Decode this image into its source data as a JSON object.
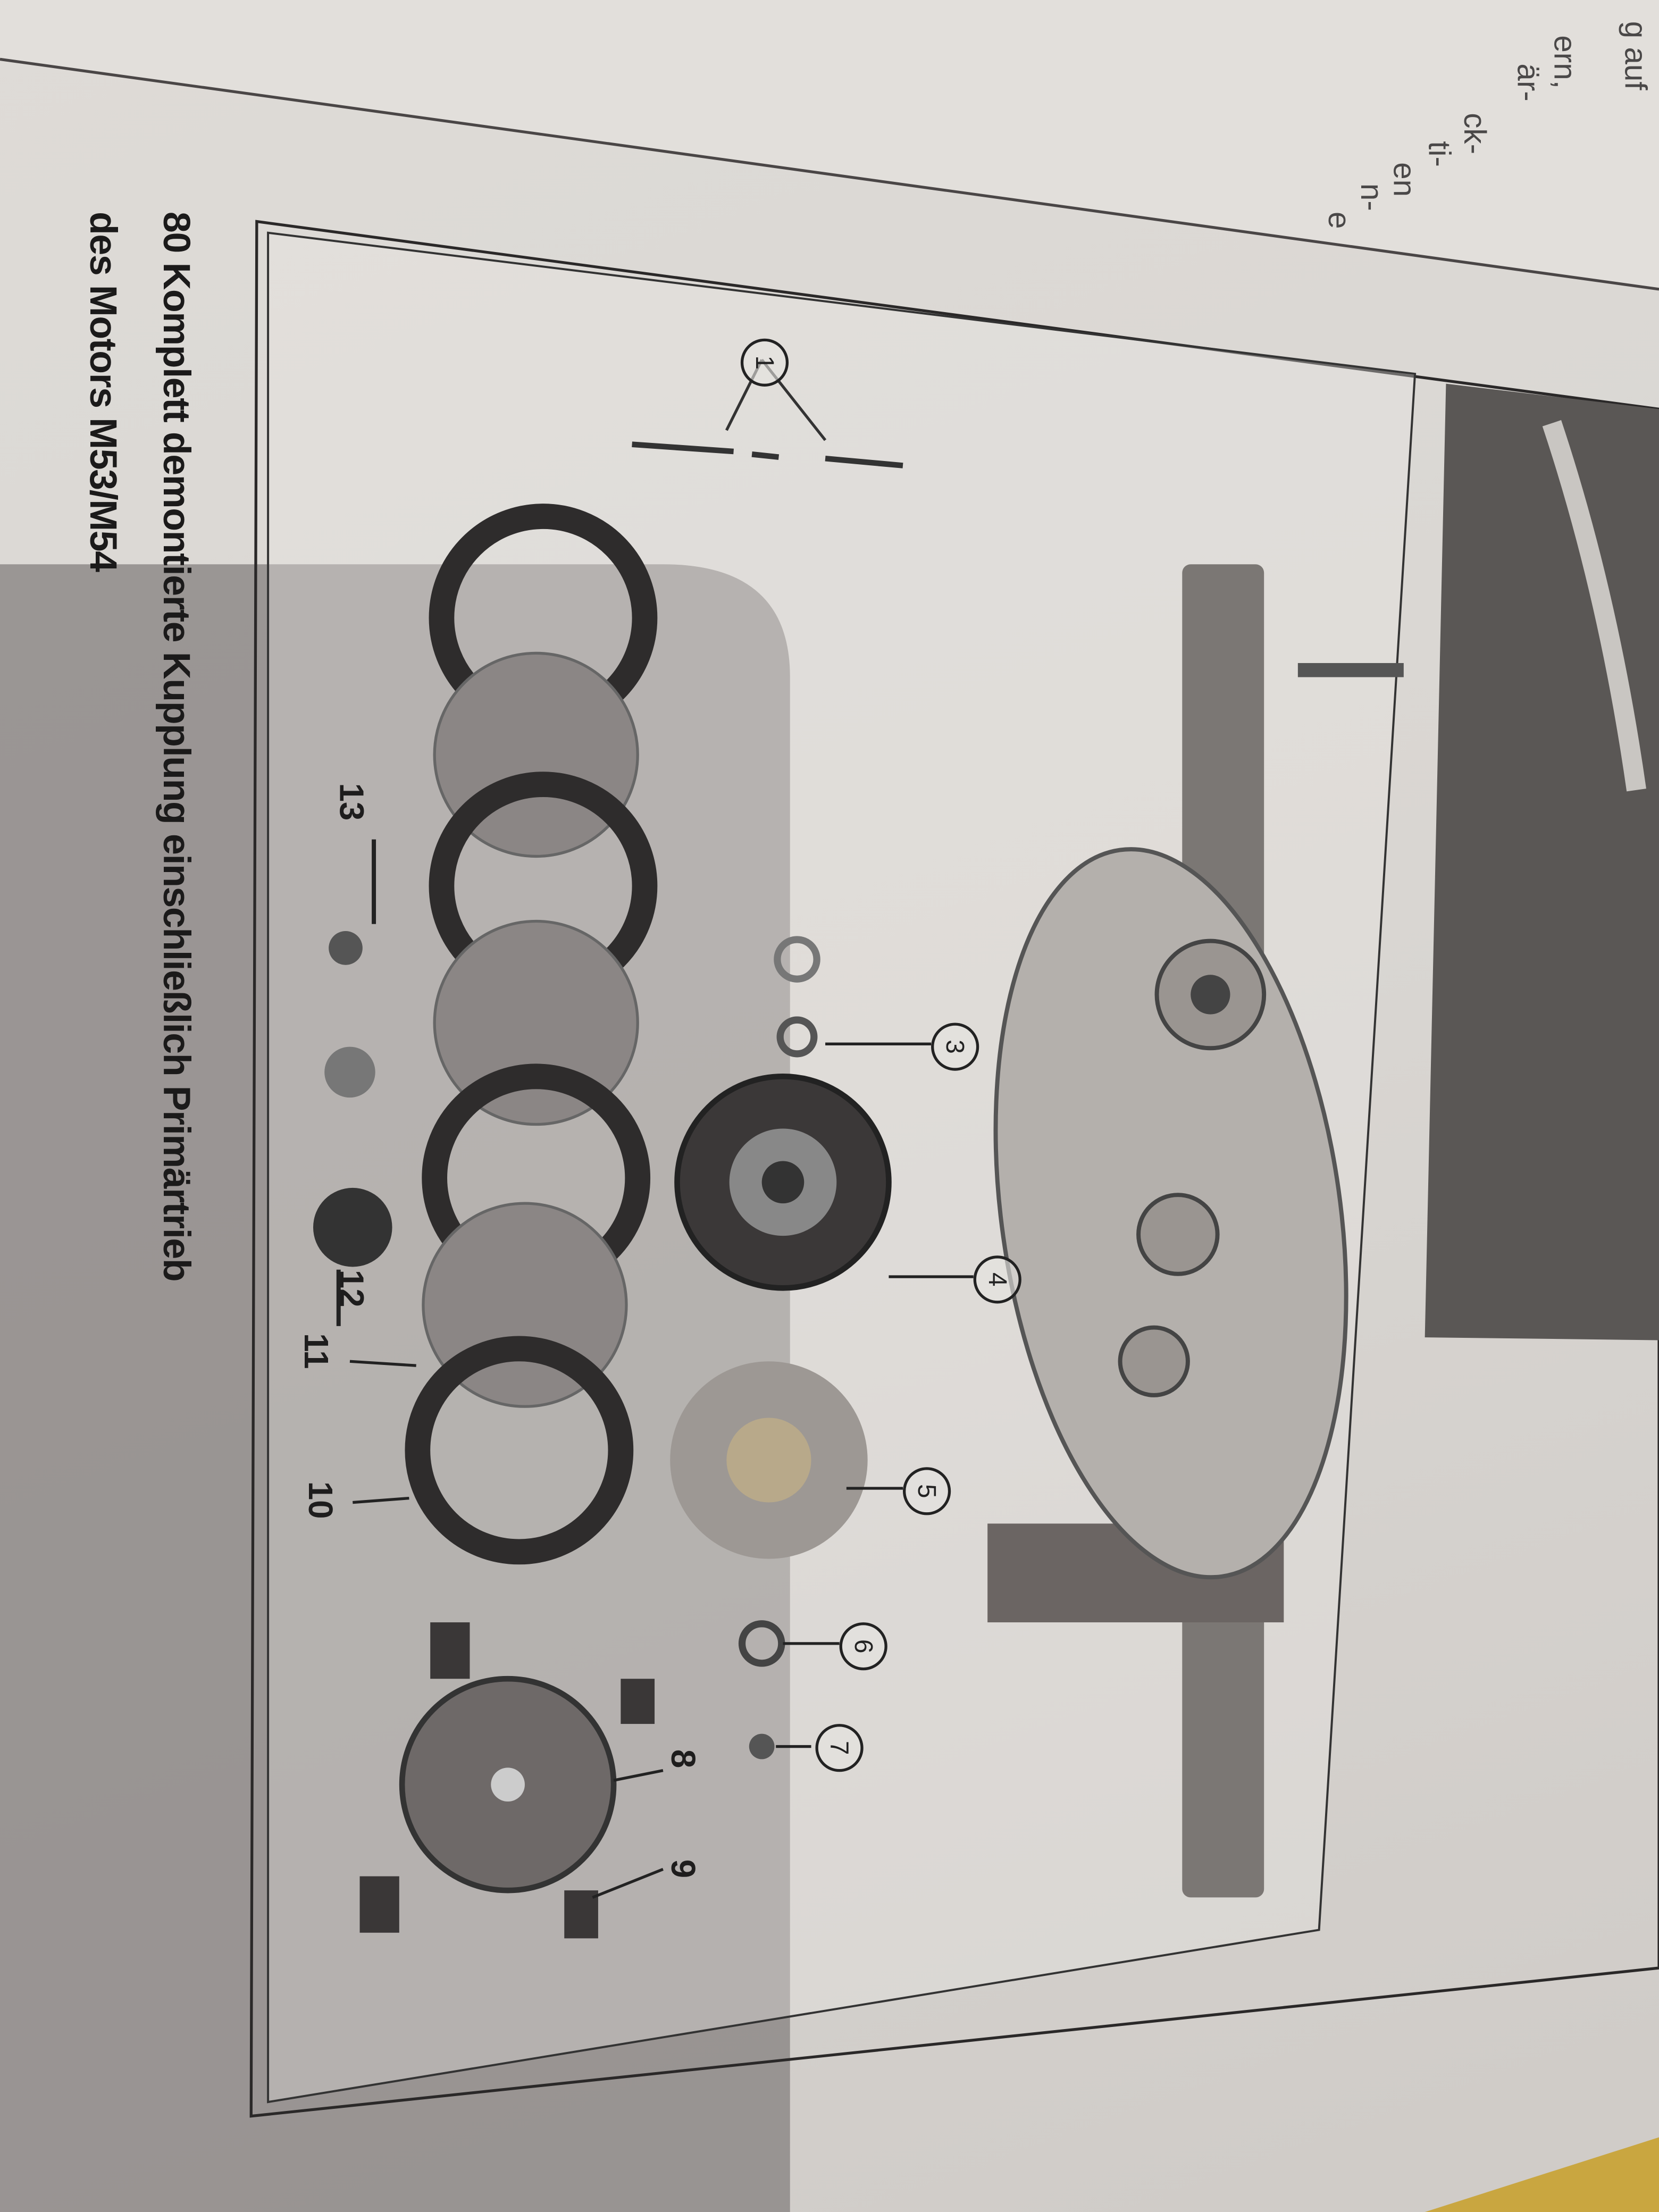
{
  "caption": {
    "line1": "80 Komplett demontierte Kupplung einschließlich Primärtrieb",
    "line2": "des Motors M53/M54"
  },
  "facing_page_fragments": [
    "g auf",
    "ern,",
    "är-",
    "ck-",
    "ti-",
    "en",
    "n-",
    "e"
  ],
  "part_labels": {
    "circled": [
      "1",
      "3",
      "4",
      "5",
      "6",
      "7"
    ],
    "plain": [
      "8",
      "9",
      "10",
      "11",
      "12",
      "13"
    ]
  },
  "colors": {
    "paper": "#dad7d3",
    "shadow": "#8c8786",
    "ink": "#1b1a1a",
    "table": "#c9a640"
  }
}
